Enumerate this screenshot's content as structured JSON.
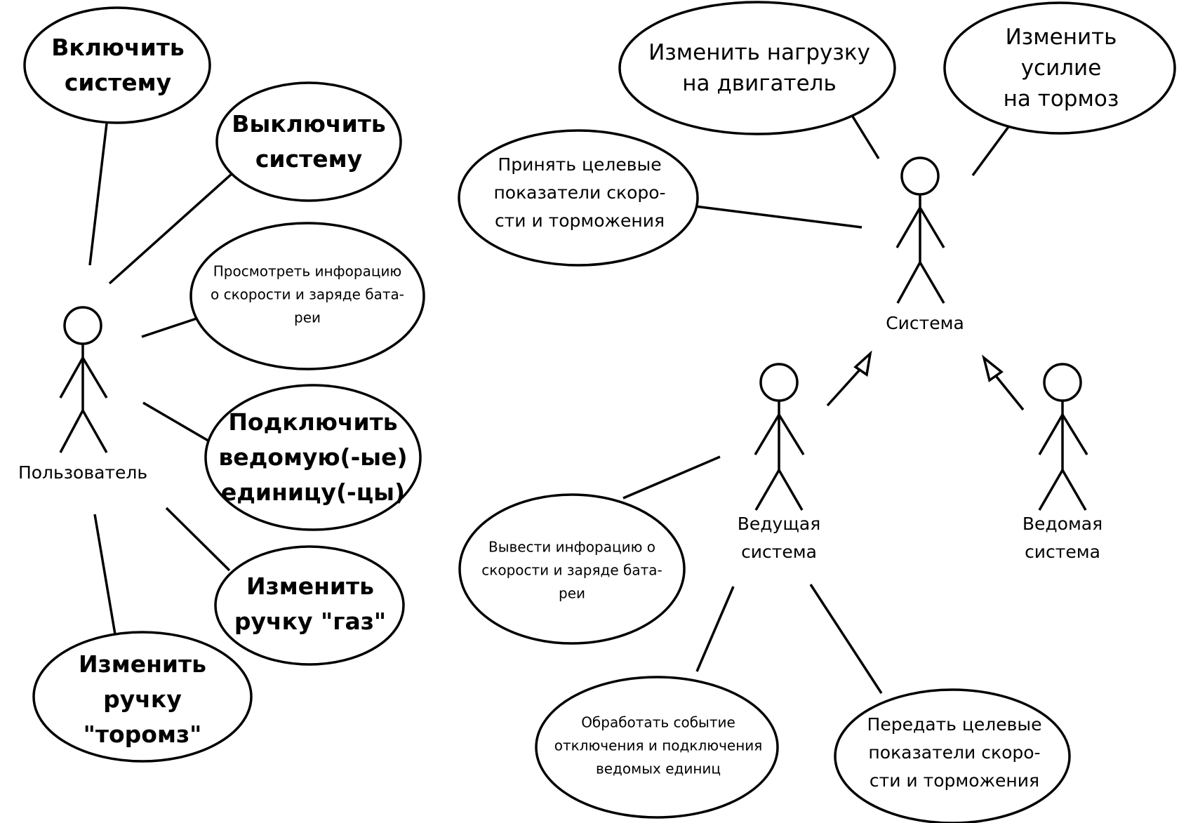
{
  "actors": {
    "user": "Пользователь",
    "system": "Система",
    "leader": "Ведущая\nсистема",
    "follower": "Ведомая\nсистема"
  },
  "use_cases": {
    "enable": "Включить\nсистему",
    "disable": "Выключить\nсистему",
    "view_info": "Просмотреть инфорацию\nо скорости и заряде бата-\nреи",
    "connect_followers": "Подключить\nведомую(-ые)\nединицу(-цы)",
    "throttle": "Изменить\nручку \"газ\"",
    "brake_handle": "Изменить\nручку\n\"торомз\"",
    "engine_load": "Изменить нагрузку\nна двигатель",
    "brake_force": "Изменить усилие\nна тормоз",
    "accept_targets": "Принять целевые\nпоказатели скоро-\nсти и торможения",
    "output_info": "Вывести инфорацию о\nскорости и заряде бата-\nреи",
    "handle_events": "Обработать событие\nотключения и подключения\nведомых единиц",
    "send_targets": "Передать целевые\nпоказатели скоро-\nсти и торможения"
  }
}
